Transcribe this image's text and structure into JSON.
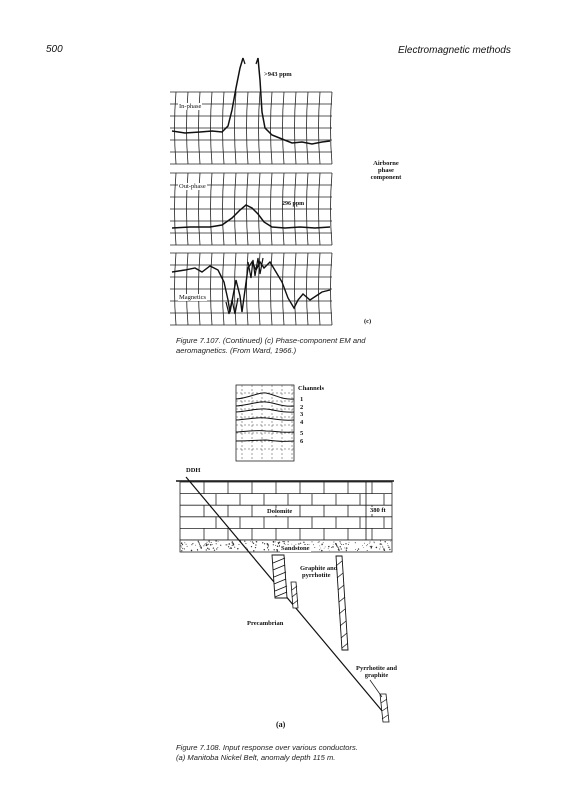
{
  "header": {
    "page_number": "500",
    "running_title": "Electromagnetic methods"
  },
  "figure_107": {
    "peak_label": ">943 ppm",
    "inphase_label": "In-phase",
    "outphase_label": "Out-phase",
    "outphase_peak_label": "296 ppm",
    "magnetics_label": "Magnetics",
    "side_label_1": "Airborne",
    "side_label_2": "phase",
    "side_label_3": "component",
    "panel_label": "(c)",
    "caption_line1": "Figure 7.107. (Continued) (c) Phase-component EM and",
    "caption_line2": "aeromagnetics. (From Ward, 1966.)"
  },
  "figure_108": {
    "channels_title": "Channels",
    "channels": [
      "1",
      "2",
      "3",
      "4",
      "5",
      "6"
    ],
    "ddh_label": "DDH",
    "dolomite_label": "Dolomite",
    "depth_label": "380 ft",
    "sandstone_label": "Sandstone",
    "conductor1_line1": "Graphite and",
    "conductor1_line2": "pyrrhotite",
    "precambrian_label": "Precambrian",
    "conductor2_line1": "Pyrrhotite and",
    "conductor2_line2": "graphite",
    "panel_label": "(a)",
    "caption_line1": "Figure 7.108. Input response over various conductors.",
    "caption_line2": "(a) Manitoba Nickel Belt, anomaly depth 115 m."
  }
}
